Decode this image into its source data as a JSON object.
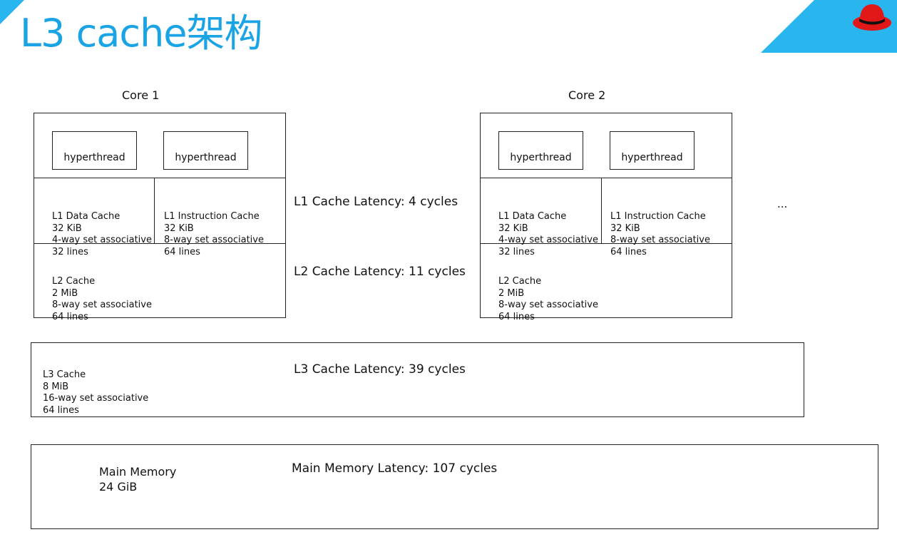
{
  "slide": {
    "title": "L3 cache架构",
    "accent_color": "#1aa4e6",
    "logo_icon": "red-hat-logo"
  },
  "diagram": {
    "cores": [
      {
        "label": "Core 1",
        "hyperthreads": [
          "hyperthread",
          "hyperthread"
        ],
        "l1_data": [
          "L1 Data Cache",
          "32 KiB",
          "4-way set associative",
          "32 lines"
        ],
        "l1_instruction": [
          "L1 Instruction Cache",
          "32 KiB",
          "8-way set associative",
          "64 lines"
        ],
        "l2": [
          "L2 Cache",
          "2 MiB",
          "8-way set associative",
          "64 lines"
        ]
      },
      {
        "label": "Core 2",
        "hyperthreads": [
          "hyperthread",
          "hyperthread"
        ],
        "l1_data": [
          "L1 Data Cache",
          "32 KiB",
          "4-way set associative",
          "32 lines"
        ],
        "l1_instruction": [
          "L1 Instruction Cache",
          "32 KiB",
          "8-way set associative",
          "64 lines"
        ],
        "l2": [
          "L2 Cache",
          "2 MiB",
          "8-way set associative",
          "64 lines"
        ]
      }
    ],
    "more_cores": "...",
    "l3": [
      "L3 Cache",
      "8 MiB",
      "16-way set associative",
      "64 lines"
    ],
    "main_memory": [
      "Main Memory",
      "24 GiB"
    ],
    "latencies": {
      "l1": "L1 Cache Latency: 4 cycles",
      "l2": "L2 Cache Latency: 11 cycles",
      "l3": "L3 Cache Latency: 39 cycles",
      "main_memory": "Main Memory Latency: 107 cycles"
    }
  }
}
